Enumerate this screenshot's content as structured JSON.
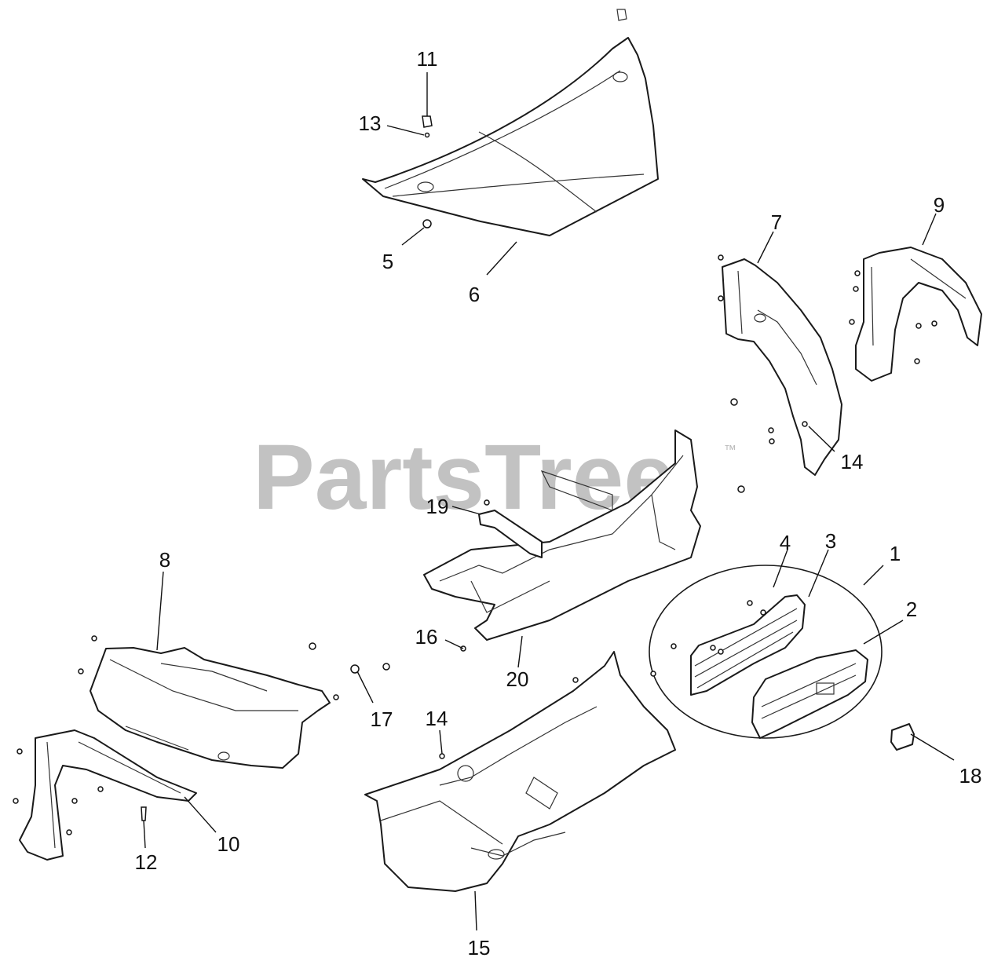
{
  "watermark": {
    "text": "PartsTree",
    "trademark": "™"
  },
  "callouts": {
    "c1": "1",
    "c2": "2",
    "c3": "3",
    "c4": "4",
    "c5": "5",
    "c6": "6",
    "c7": "7",
    "c8": "8",
    "c9": "9",
    "c10": "10",
    "c11": "11",
    "c12": "12",
    "c13": "13",
    "c14a": "14",
    "c14b": "14",
    "c15": "15",
    "c16": "16",
    "c17": "17",
    "c18": "18",
    "c19": "19",
    "c20": "20"
  },
  "colors": {
    "line": "#1a1a1a",
    "watermark": "#b8b8b8",
    "background": "#ffffff"
  }
}
